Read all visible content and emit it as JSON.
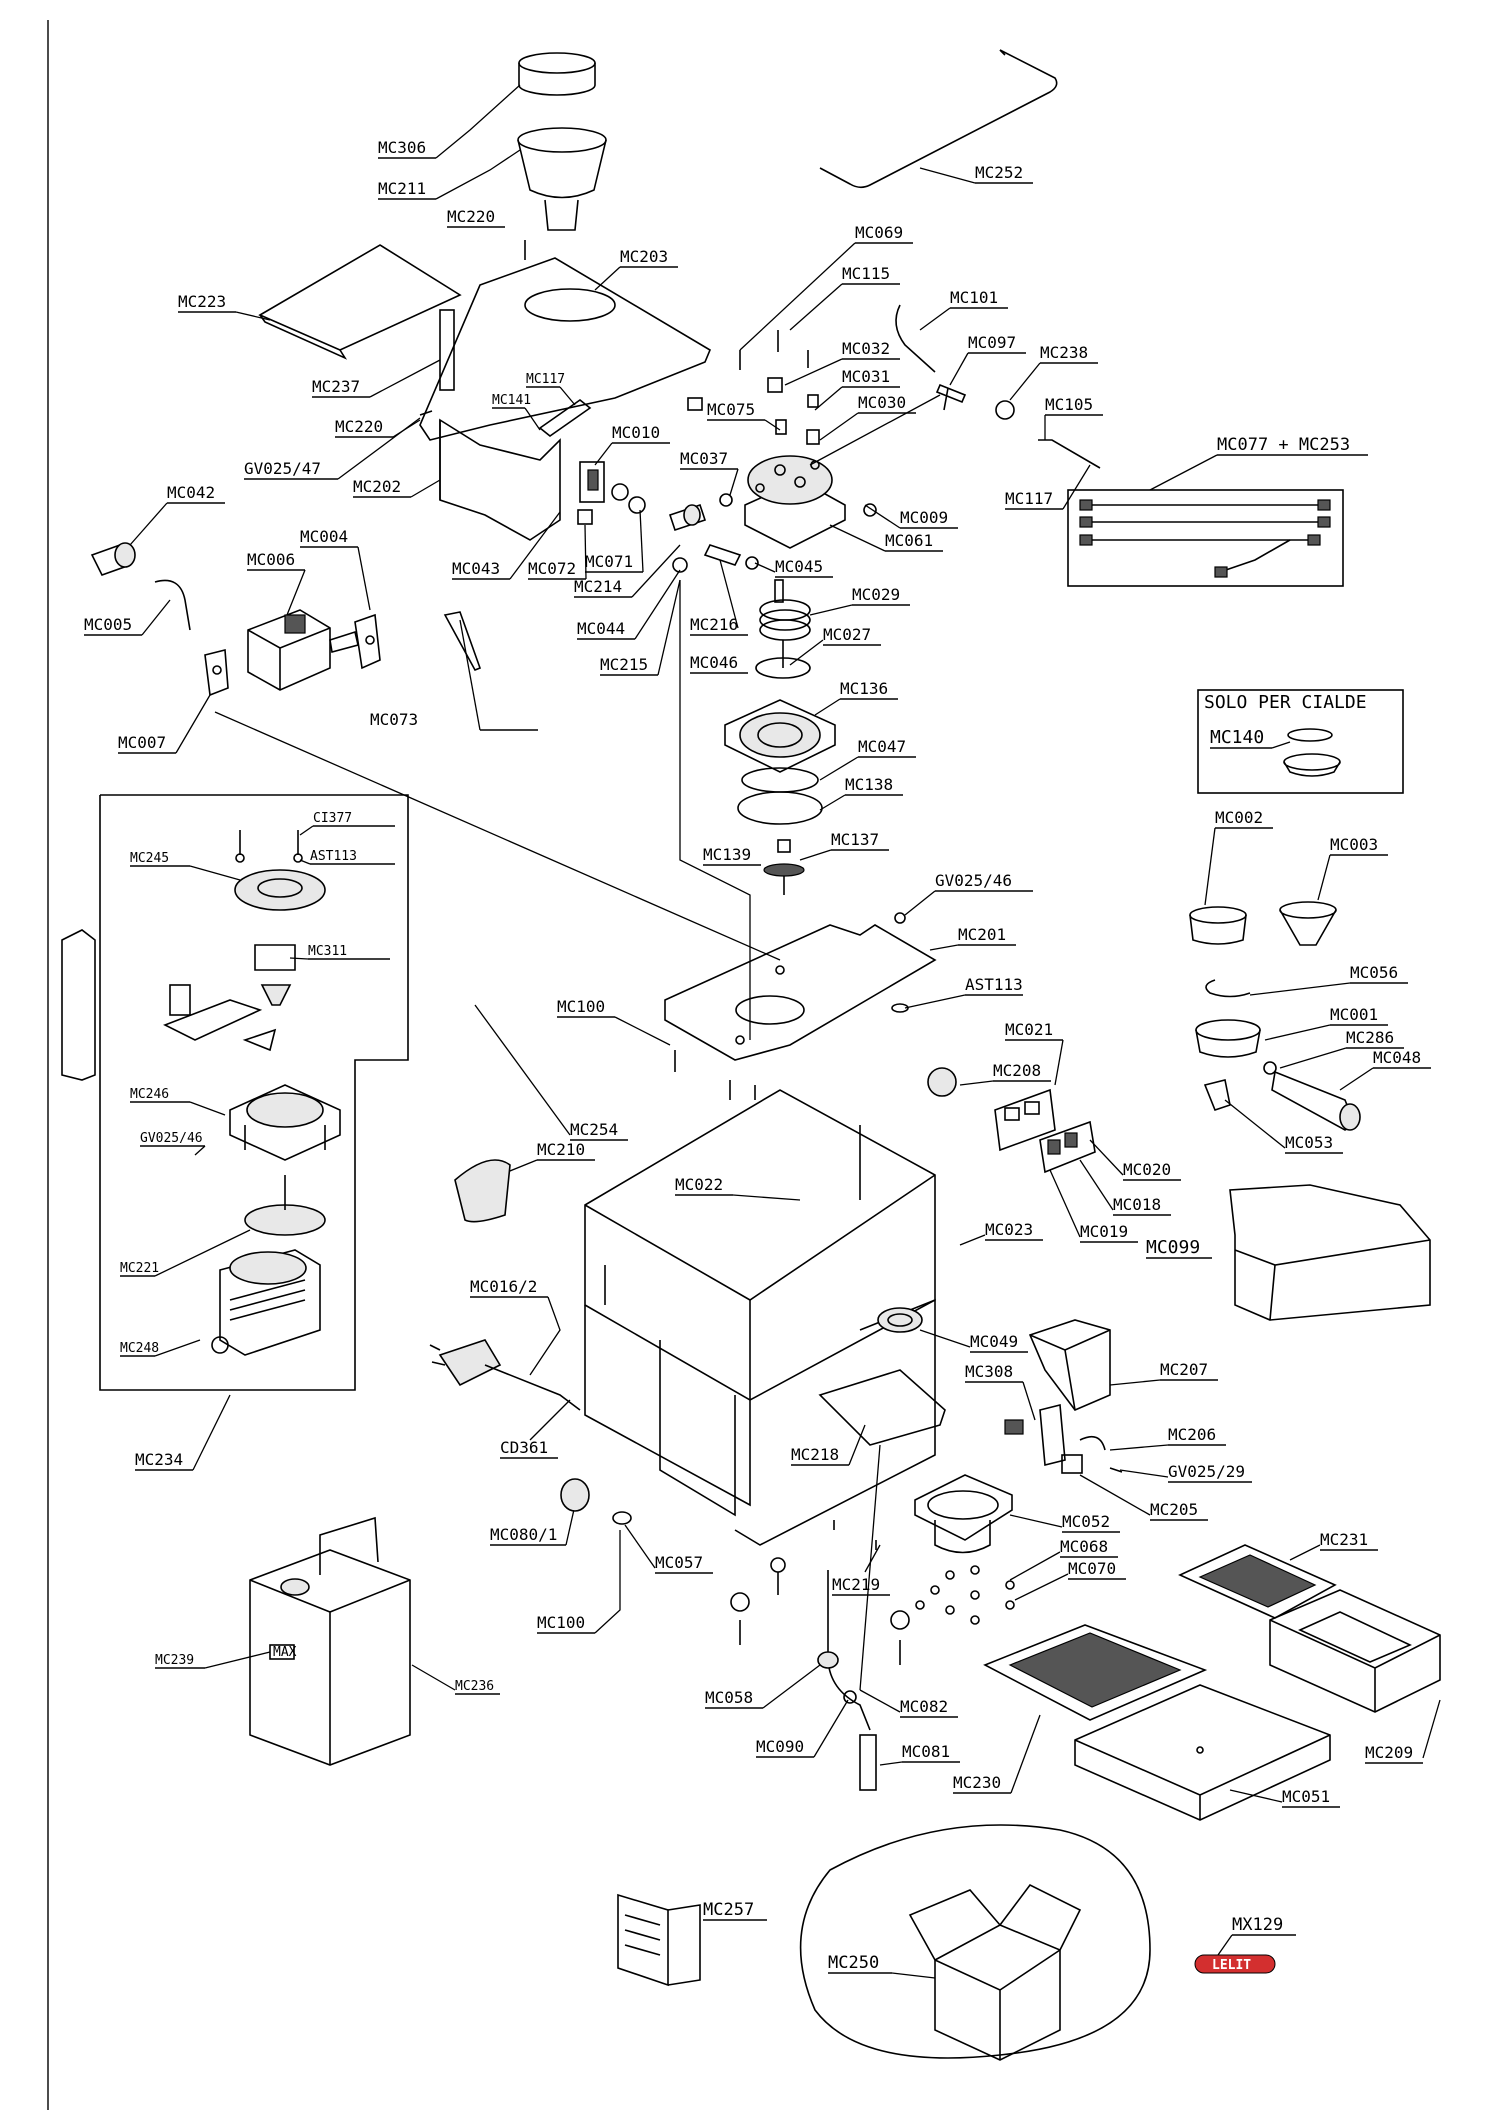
{
  "parts": {
    "mc306": "MC306",
    "mc211": "MC211",
    "mc220a": "MC220",
    "mc203": "MC203",
    "mc252": "MC252",
    "mc223": "MC223",
    "mc237": "MC237",
    "mc220b": "MC220",
    "gv025_47": "GV025/47",
    "mc202": "MC202",
    "mc117a": "MC117",
    "mc141": "MC141",
    "mc010": "MC010",
    "mc069": "MC069",
    "mc115": "MC115",
    "mc101": "MC101",
    "mc097": "MC097",
    "mc238": "MC238",
    "mc105": "MC105",
    "mc032": "MC032",
    "mc031": "MC031",
    "mc030": "MC030",
    "mc075": "MC075",
    "mc037": "MC037",
    "mc009": "MC009",
    "mc061": "MC061",
    "mc117b": "MC117",
    "mc042": "MC042",
    "mc004": "MC004",
    "mc006": "MC006",
    "mc005": "MC005",
    "mc043": "MC043",
    "mc072": "MC072",
    "mc071": "MC071",
    "mc214": "MC214",
    "mc045": "MC045",
    "mc029": "MC029",
    "mc044": "MC044",
    "mc216": "MC216",
    "mc027": "MC027",
    "mc215": "MC215",
    "mc046": "MC046",
    "mc136": "MC136",
    "mc073": "MC073",
    "mc007": "MC007",
    "mc047": "MC047",
    "mc138": "MC138",
    "mc139": "MC139",
    "mc137": "MC137",
    "mc140": "MC140",
    "ci377": "CI377",
    "mc245": "MC245",
    "ast113a": "AST113",
    "mc311": "MC311",
    "mc246": "MC246",
    "gv025_46a": "GV025/46",
    "mc221": "MC221",
    "mc248": "MC248",
    "mc234": "MC234",
    "gv025_46b": "GV025/46",
    "mc201": "MC201",
    "ast113b": "AST113",
    "mc100a": "MC100",
    "mc002": "MC002",
    "mc003": "MC003",
    "mc056": "MC056",
    "mc001": "MC001",
    "mc286": "MC286",
    "mc048": "MC048",
    "mc053": "MC053",
    "mc021": "MC021",
    "mc208": "MC208",
    "mc020": "MC020",
    "mc018": "MC018",
    "mc019": "MC019",
    "mc254": "MC254",
    "mc210": "MC210",
    "mc022": "MC022",
    "mc023": "MC023",
    "mc099": "MC099",
    "mc016_2": "MC016/2",
    "mc049": "MC049",
    "mc308": "MC308",
    "mc207": "MC207",
    "mc206": "MC206",
    "gv025_29": "GV025/29",
    "mc205": "MC205",
    "cd361": "CD361",
    "mc218": "MC218",
    "mc080_1": "MC080/1",
    "mc052": "MC052",
    "mc057": "MC057",
    "mc068": "MC068",
    "mc070": "MC070",
    "mc231": "MC231",
    "mc219": "MC219",
    "mc100b": "MC100",
    "mc239": "MC239",
    "mc236": "MC236",
    "mc058": "MC058",
    "mc082": "MC082",
    "mc090": "MC090",
    "mc081": "MC081",
    "mc230": "MC230",
    "mc051": "MC051",
    "mc209": "MC209",
    "mc257": "MC257",
    "mc250": "MC250",
    "mx129": "MX129",
    "mc077_253": "MC077 + MC253"
  },
  "notes": {
    "solo_per_cialde": "SOLO PER CIALDE"
  },
  "labels_on_parts": {
    "tank_badge": "MAX",
    "logo": "LELIT"
  }
}
